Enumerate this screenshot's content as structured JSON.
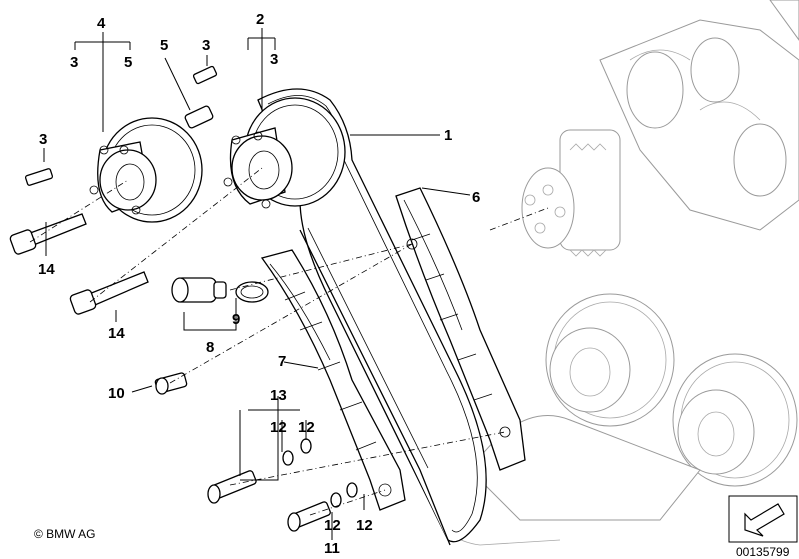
{
  "callouts": {
    "c1": "1",
    "c2": "2",
    "c2b": "3",
    "c3a": "3",
    "c3b": "3",
    "c4": "4",
    "c4a": "3",
    "c4b": "5",
    "c5": "5",
    "c6": "6",
    "c7": "7",
    "c8": "8",
    "c9": "9",
    "c10": "10",
    "c11": "11",
    "c11a": "12",
    "c11b": "12",
    "c12a": "12",
    "c12b": "12",
    "c13": "13",
    "c14a": "14",
    "c14b": "14"
  },
  "footer": {
    "copyright": "© BMW AG",
    "diagram_number": "00135799"
  },
  "icons": {
    "nav_arrow": "arrow-down-left-icon"
  }
}
